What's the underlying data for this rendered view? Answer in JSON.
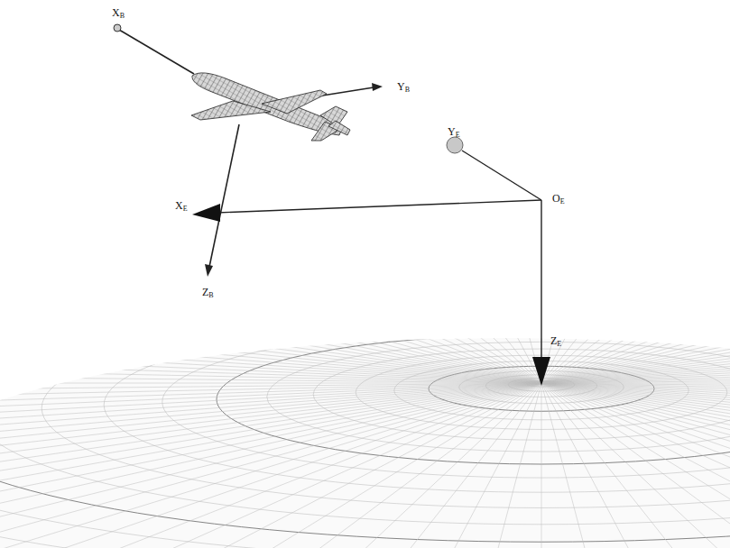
{
  "diagram": {
    "labels": [
      "XB",
      "YB",
      "ZB",
      "XE",
      "YE",
      "OE",
      "ZE"
    ]
  }
}
